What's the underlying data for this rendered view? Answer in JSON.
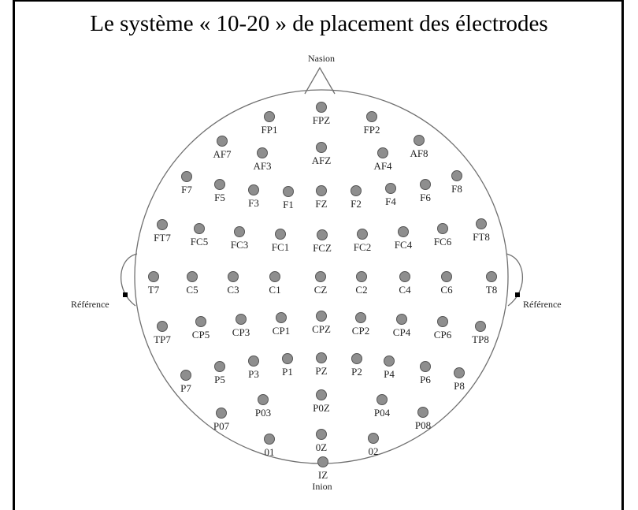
{
  "title": "Le système « 10-20 » de placement des électrodes",
  "landmarks": {
    "nasion": "Nasion",
    "inion": "Inion",
    "reference_left": "Référence",
    "reference_right": "Référence"
  },
  "colors": {
    "electrode_fill": "#8e8e8e",
    "electrode_stroke": "#555555",
    "outline": "#707070",
    "text": "#222222",
    "frame": "#000000"
  },
  "electrodes": [
    {
      "label": "FPZ"
    },
    {
      "label": "FP1"
    },
    {
      "label": "FP2"
    },
    {
      "label": "AF7"
    },
    {
      "label": "AF3"
    },
    {
      "label": "AFZ"
    },
    {
      "label": "AF4"
    },
    {
      "label": "AF8"
    },
    {
      "label": "F7"
    },
    {
      "label": "F5"
    },
    {
      "label": "F3"
    },
    {
      "label": "F1"
    },
    {
      "label": "FZ"
    },
    {
      "label": "F2"
    },
    {
      "label": "F4"
    },
    {
      "label": "F6"
    },
    {
      "label": "F8"
    },
    {
      "label": "FT7"
    },
    {
      "label": "FC5"
    },
    {
      "label": "FC3"
    },
    {
      "label": "FC1"
    },
    {
      "label": "FCZ"
    },
    {
      "label": "FC2"
    },
    {
      "label": "FC4"
    },
    {
      "label": "FC6"
    },
    {
      "label": "FT8"
    },
    {
      "label": "T7"
    },
    {
      "label": "C5"
    },
    {
      "label": "C3"
    },
    {
      "label": "C1"
    },
    {
      "label": "CZ"
    },
    {
      "label": "C2"
    },
    {
      "label": "C4"
    },
    {
      "label": "C6"
    },
    {
      "label": "T8"
    },
    {
      "label": "TP7"
    },
    {
      "label": "CP5"
    },
    {
      "label": "CP3"
    },
    {
      "label": "CP1"
    },
    {
      "label": "CPZ"
    },
    {
      "label": "CP2"
    },
    {
      "label": "CP4"
    },
    {
      "label": "CP6"
    },
    {
      "label": "TP8"
    },
    {
      "label": "P7"
    },
    {
      "label": "P5"
    },
    {
      "label": "P3"
    },
    {
      "label": "P1"
    },
    {
      "label": "PZ"
    },
    {
      "label": "P2"
    },
    {
      "label": "P4"
    },
    {
      "label": "P6"
    },
    {
      "label": "P8"
    },
    {
      "label": "P07"
    },
    {
      "label": "P03"
    },
    {
      "label": "P0Z"
    },
    {
      "label": "P04"
    },
    {
      "label": "P08"
    },
    {
      "label": "01"
    },
    {
      "label": "0Z"
    },
    {
      "label": "02"
    },
    {
      "label": "IZ"
    }
  ]
}
